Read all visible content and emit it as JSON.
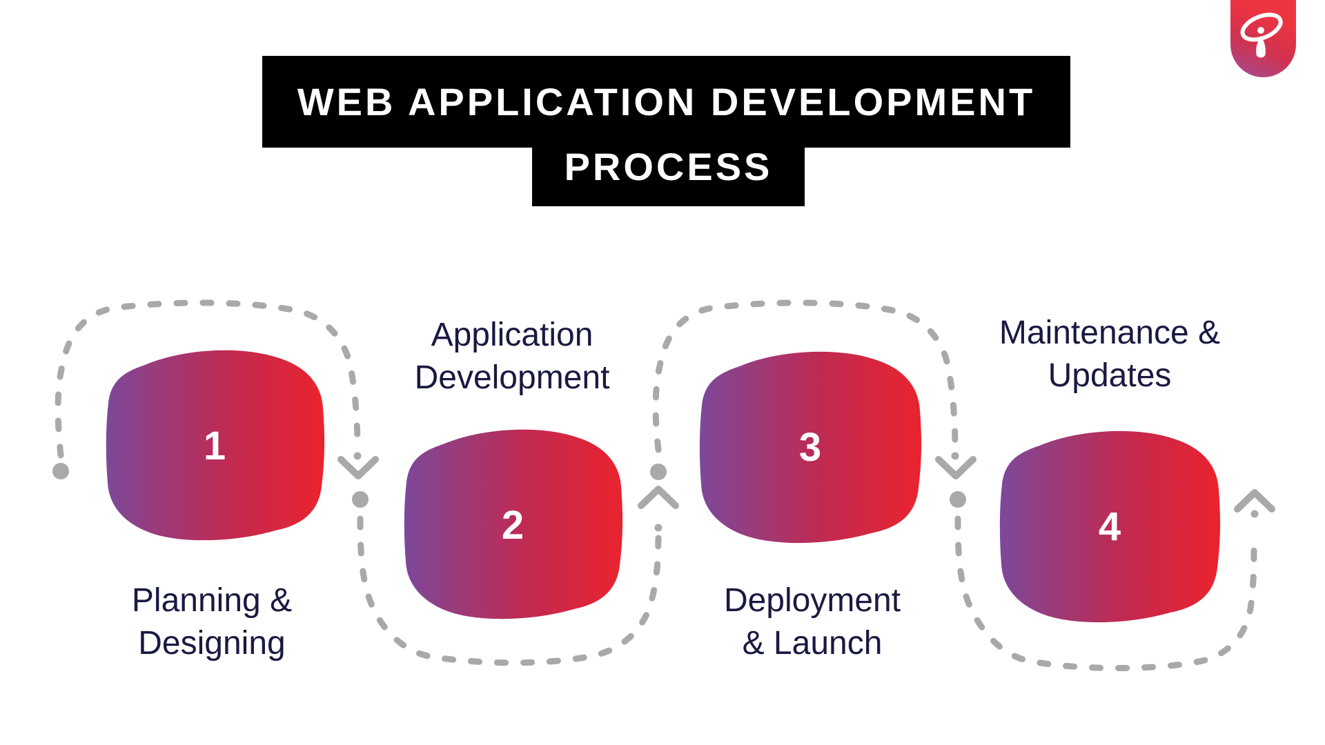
{
  "title": {
    "line1": "WEB APPLICATION DEVELOPMENT",
    "line2": "PROCESS"
  },
  "steps": [
    {
      "number": "1",
      "label": "Planning &\nDesigning",
      "label_position": "below"
    },
    {
      "number": "2",
      "label": "Application\nDevelopment",
      "label_position": "above"
    },
    {
      "number": "3",
      "label": "Deployment\n& Launch",
      "label_position": "below"
    },
    {
      "number": "4",
      "label": "Maintenance &\nUpdates",
      "label_position": "above"
    }
  ],
  "flow": {
    "style": "dashed connector snaking over step 1, under step 2, over step 3, under step 4",
    "arrow_directions": [
      "down after step 1",
      "up after step 2",
      "down after step 3",
      "up after step 4"
    ],
    "start_marker": "dot left of step 1"
  },
  "icons": {
    "logo": "antenna-p-logo-icon"
  },
  "colors": {
    "background": "#ffffff",
    "title_bg": "#000000",
    "title_text": "#ffffff",
    "blob_gradient_left": "#7d4899",
    "blob_gradient_mid": "#c02a52",
    "blob_gradient_right": "#ea232e",
    "step_number_text": "#ffffff",
    "label_text": "#191942",
    "connector_gray": "#a9a9a9",
    "logo_gradient_top": "#ee3440",
    "logo_gradient_bottom": "#a04d95"
  }
}
